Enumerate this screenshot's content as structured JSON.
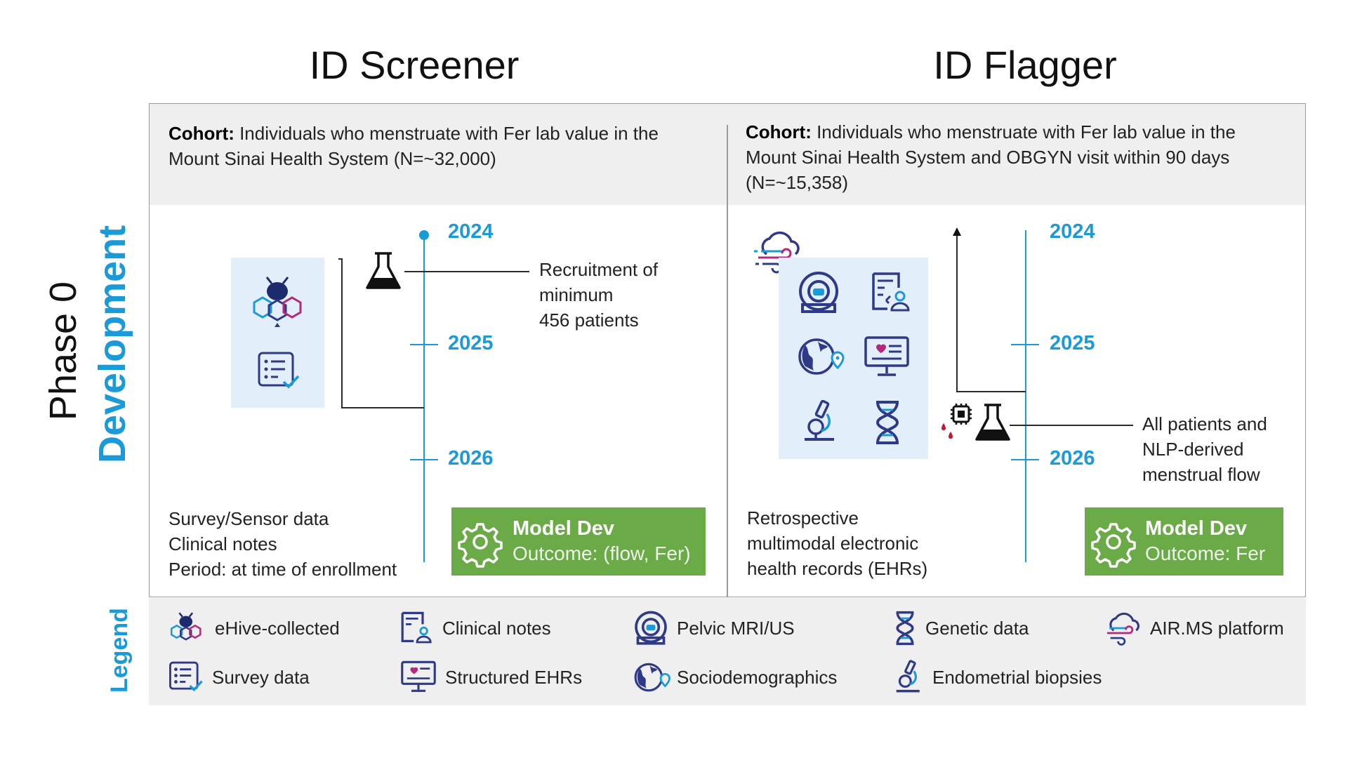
{
  "titles": {
    "left": "ID Screener",
    "right": "ID Flagger"
  },
  "side": {
    "phase": "Phase 0",
    "development": "Development",
    "legend": "Legend"
  },
  "colors": {
    "accent": "#1a9ad6",
    "green": "#6aaa47",
    "navy": "#2e3a87",
    "magenta": "#b5287a",
    "icon_box": "#e2eef9"
  },
  "screener": {
    "cohort_label": "Cohort:",
    "cohort_line1": " Individuals who menstruate with Fer lab value in the",
    "cohort_line2": "Mount Sinai Health System (N=~32,000)",
    "years": [
      "2024",
      "2025",
      "2026"
    ],
    "recruitment": [
      "Recruitment of",
      "minimum",
      "456 patients"
    ],
    "data_lines": [
      "Survey/Sensor data",
      "Clinical notes",
      "Period: at time of enrollment"
    ],
    "model_title": "Model Dev",
    "model_outcome": "Outcome: (flow, Fer)"
  },
  "flagger": {
    "cohort_label": "Cohort:",
    "cohort_line1": " Individuals who menstruate with Fer lab value in the",
    "cohort_line2": "Mount Sinai Health System and OBGYN visit within 90 days",
    "cohort_line3": "(N=~15,358)",
    "years": [
      "2024",
      "2025",
      "2026"
    ],
    "patients": [
      "All patients and",
      "NLP-derived",
      "menstrual flow"
    ],
    "data_lines": [
      "Retrospective",
      "multimodal electronic",
      "health records (EHRs)"
    ],
    "model_title": "Model Dev",
    "model_outcome": "Outcome: Fer"
  },
  "legend": {
    "items": [
      {
        "icon": "ehive-icon",
        "label": "eHive-collected"
      },
      {
        "icon": "clinical-notes-icon",
        "label": "Clinical notes"
      },
      {
        "icon": "mri-scanner-icon",
        "label": "Pelvic MRI/US"
      },
      {
        "icon": "dna-icon",
        "label": "Genetic data"
      },
      {
        "icon": "cloud-wind-icon",
        "label": "AIR.MS platform"
      },
      {
        "icon": "survey-icon",
        "label": "Survey data"
      },
      {
        "icon": "monitor-heart-icon",
        "label": "Structured EHRs"
      },
      {
        "icon": "globe-pin-icon",
        "label": "Sociodemographics"
      },
      {
        "icon": "microscope-icon",
        "label": "Endometrial biopsies"
      }
    ]
  }
}
